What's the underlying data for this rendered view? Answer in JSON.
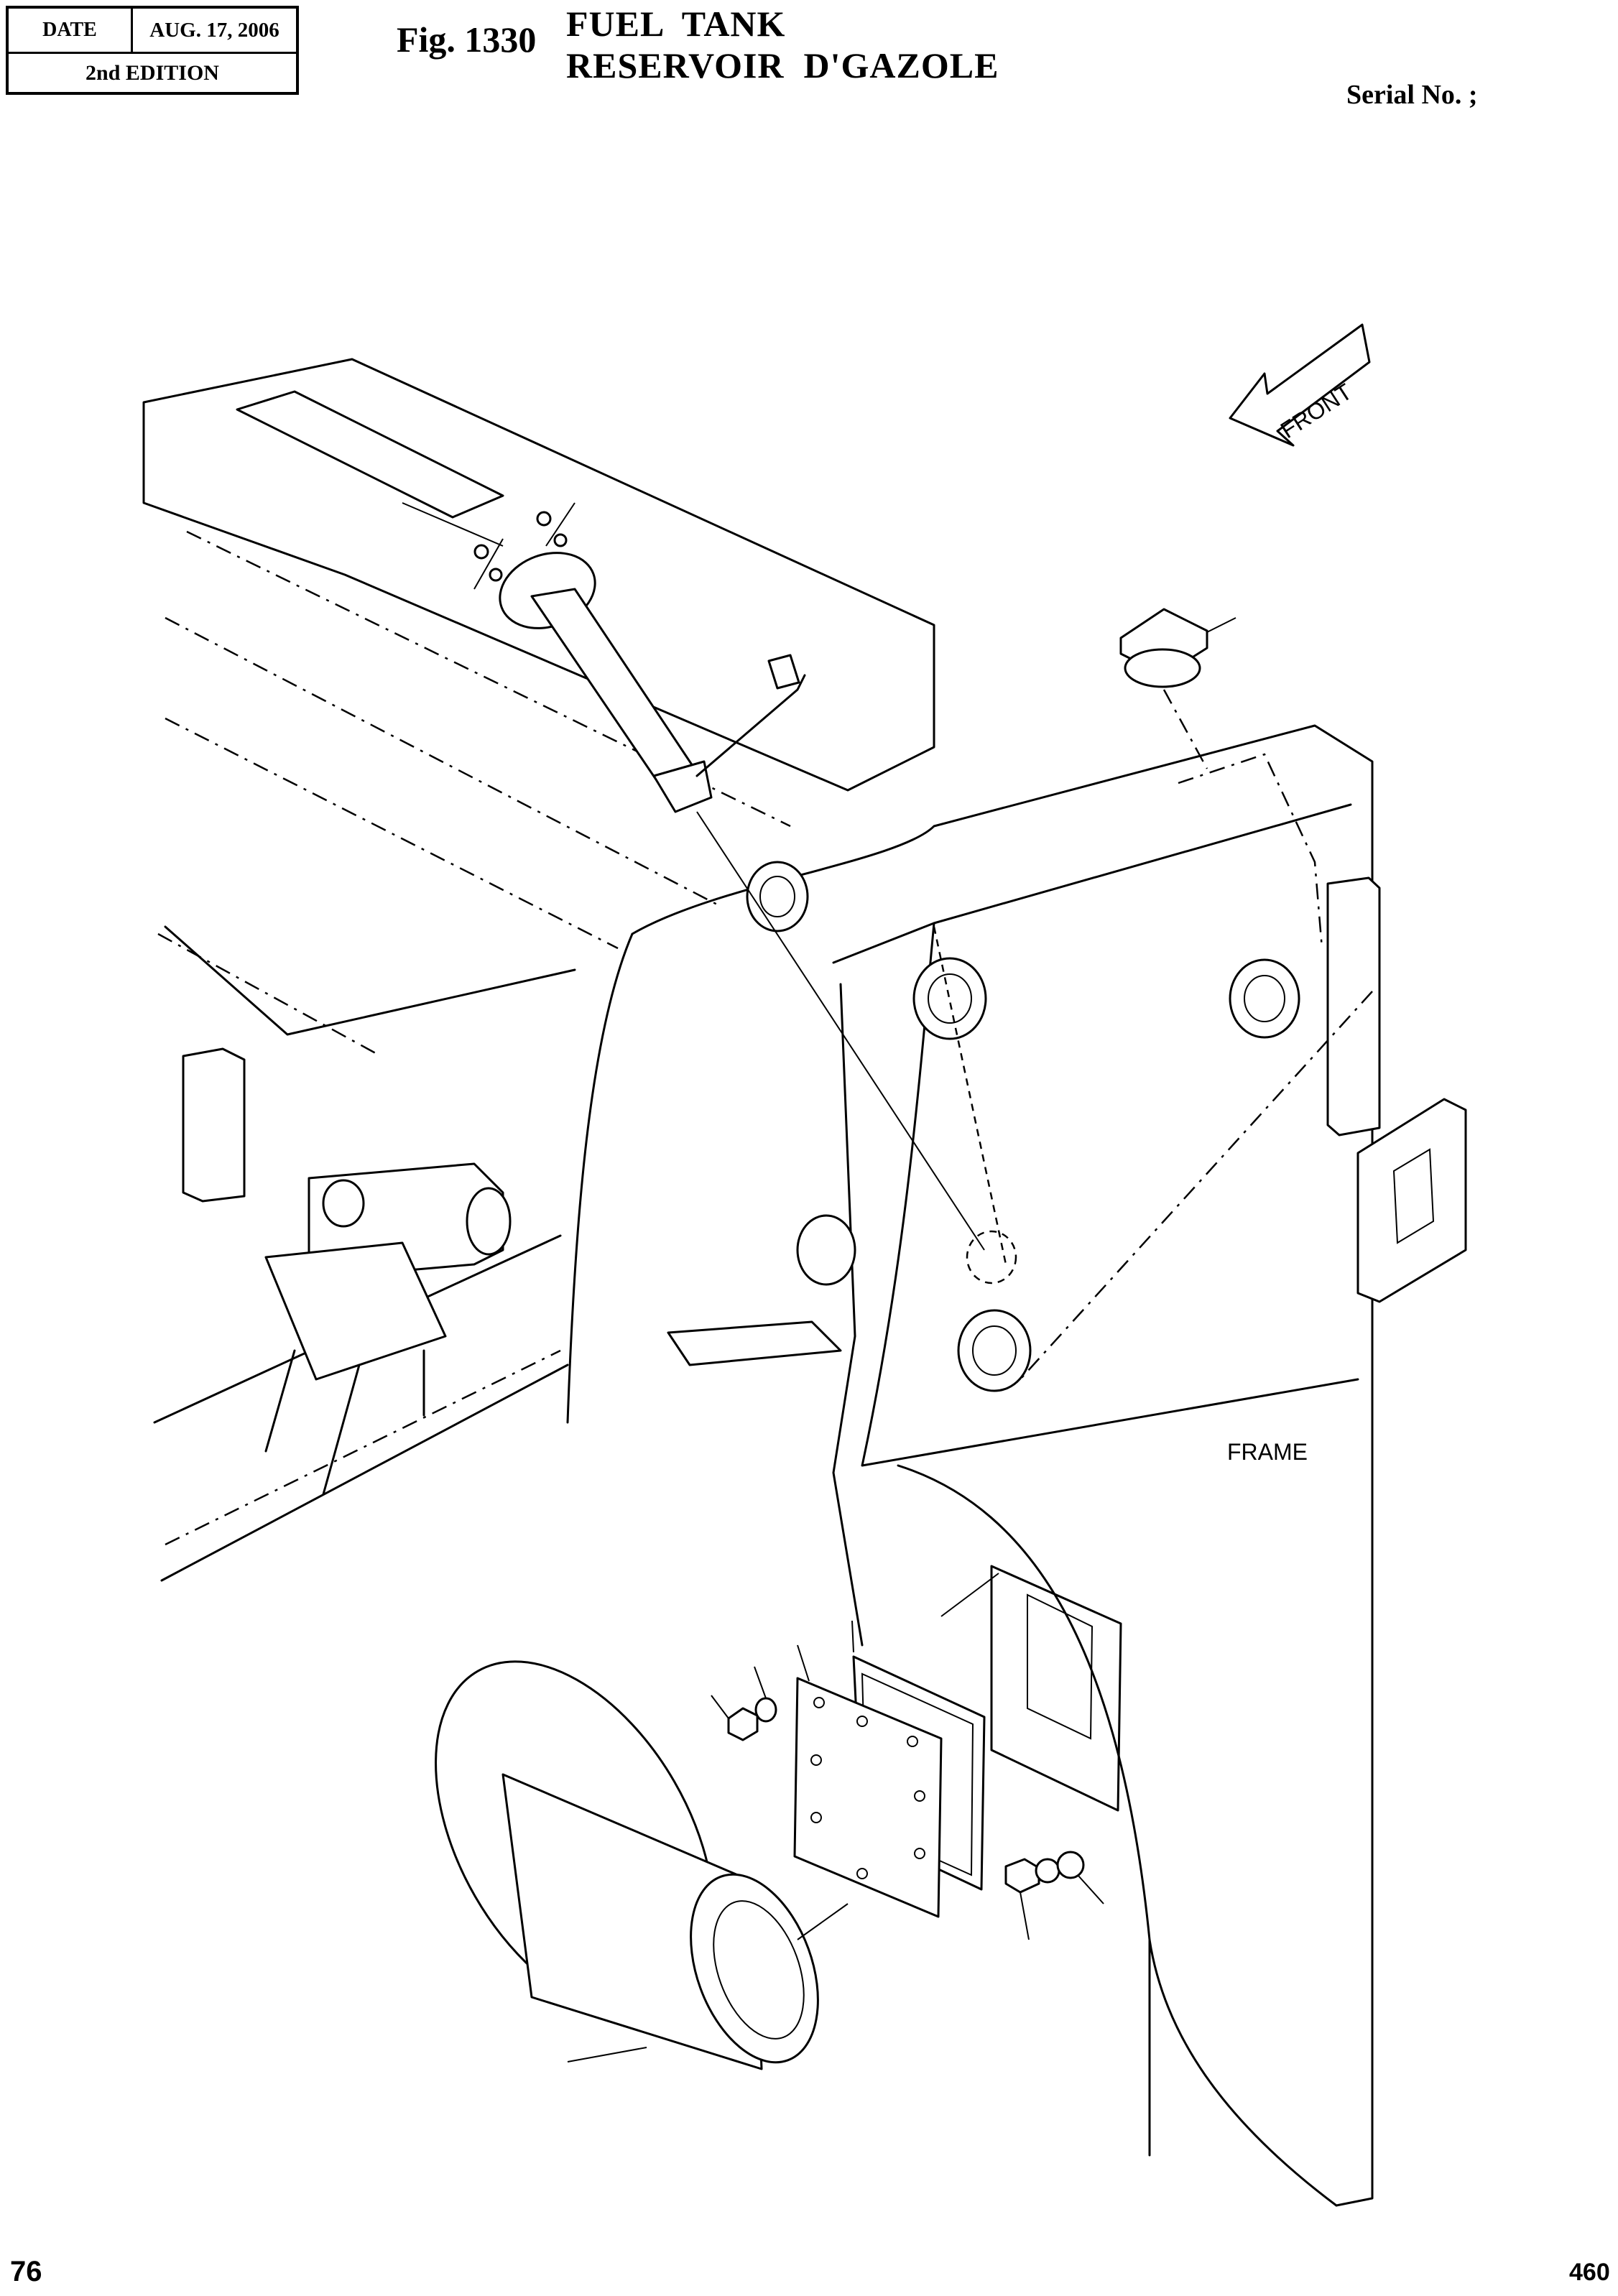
{
  "header": {
    "date_label": "DATE",
    "date_value": "AUG. 17, 2006",
    "edition": "2nd EDITION"
  },
  "figure": {
    "number": "Fig. 1330",
    "title_line1": "FUEL  TANK",
    "title_line2": "RESERVOIR  D'GAZOLE"
  },
  "serial": "Serial No. ;",
  "drawing": {
    "front_label": "FRONT",
    "frame_label": "FRAME"
  },
  "footer": {
    "page_left": "76",
    "page_right": "460"
  }
}
